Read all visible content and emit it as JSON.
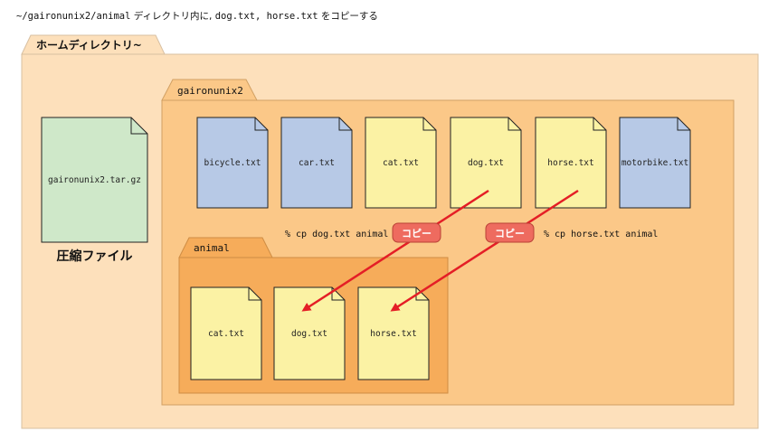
{
  "instruction": {
    "path": "~/gaironunix2/animal",
    "text": "ディレクトリ内に,",
    "files": "dog.txt, horse.txt",
    "suffix": "をコピーする"
  },
  "home_dir": {
    "label": "ホームディレクトリ~"
  },
  "archive": {
    "filename": "gaironunix2.tar.gz",
    "caption": "圧縮ファイル"
  },
  "gaironunix2_dir": {
    "label": "gaironunix2",
    "files": [
      {
        "name": "bicycle.txt",
        "kind": "blue"
      },
      {
        "name": "car.txt",
        "kind": "blue"
      },
      {
        "name": "cat.txt",
        "kind": "yellow"
      },
      {
        "name": "dog.txt",
        "kind": "yellow"
      },
      {
        "name": "horse.txt",
        "kind": "yellow"
      },
      {
        "name": "motorbike.txt",
        "kind": "blue"
      }
    ]
  },
  "animal_dir": {
    "label": "animal",
    "files": [
      {
        "name": "cat.txt",
        "kind": "yellow"
      },
      {
        "name": "dog.txt",
        "kind": "yellow"
      },
      {
        "name": "horse.txt",
        "kind": "yellow"
      }
    ]
  },
  "commands": {
    "dog": "% cp dog.txt animal",
    "horse": "% cp horse.txt animal",
    "copy_badge": "コピー"
  },
  "colors": {
    "home_fill": "#fde0bb",
    "gaironunix2_fill": "#fbc888",
    "animal_fill": "#f6ac5a",
    "blue_file": "#b7c9e6",
    "yellow_file": "#fbf2a4",
    "archive_file": "#cfe8c9",
    "arrow": "#e41e26",
    "badge": "#ee6b5f"
  }
}
